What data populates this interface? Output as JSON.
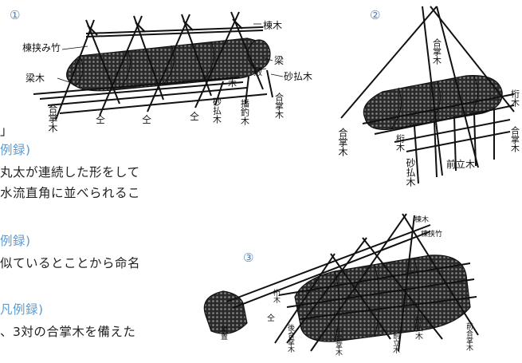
{
  "figure_numbers": [
    "①",
    "②",
    "③"
  ],
  "fig1": {
    "labels": {
      "ridge_pole": "棟木",
      "ridge_clamp_bamboo": "棟挟み竹",
      "beam_right": "梁",
      "beam_left": "梁木",
      "bearer": "敷",
      "sand_brace_right": "砂払木",
      "wood": "木",
      "gassho_left": "合掌木",
      "same_1": "仝",
      "same_2": "仝",
      "same_3": "仝",
      "sand_brace_bottom": "砂払木",
      "hanging_wood": "播釣木",
      "gassho_right": "合掌木"
    }
  },
  "fig2": {
    "labels": {
      "gassho_top": "合掌木",
      "gassho_left": "合掌木",
      "girder": "桁木",
      "sand_brace": "砂払木",
      "post": "前立木",
      "girder_right": "桁木",
      "gassho_right": "合掌木"
    }
  },
  "fig3": {
    "labels": {
      "ridge_pole": "棟木",
      "ridge_clamp": "棟挟竹",
      "girder": "桁木",
      "tail": "尾置",
      "same": "仝",
      "rear_gassho": "後合掌木",
      "middle_gassho": "中合掌木",
      "front_post": "前立木",
      "sand_brace": "砂払木",
      "front_gassho": "前合掌木"
    }
  },
  "text_fragments": [
    {
      "text": "」",
      "style": "plain"
    },
    {
      "text": "例録)",
      "style": "head"
    },
    {
      "text": "丸太が連続した形をして",
      "style": "plain"
    },
    {
      "text": "水流直角に並べられるこ",
      "style": "plain"
    },
    {
      "text": "例録)",
      "style": "head"
    },
    {
      "text": "似ているとことから命名",
      "style": "plain"
    },
    {
      "text": "凡例録)",
      "style": "head"
    },
    {
      "text": "、3対の合掌木を備えた",
      "style": "plain"
    }
  ]
}
